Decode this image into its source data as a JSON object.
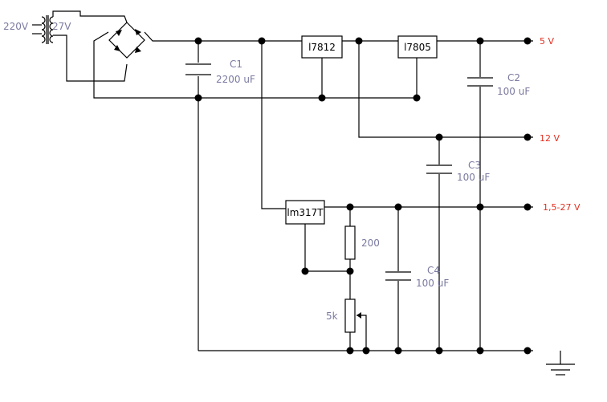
{
  "transformer": {
    "primary": "220V",
    "secondary": "27V"
  },
  "capacitors": [
    {
      "ref": "C1",
      "value": "2200 uF"
    },
    {
      "ref": "C2",
      "value": "100 uF"
    },
    {
      "ref": "C3",
      "value": "100 uF"
    },
    {
      "ref": "C4",
      "value": "100 uF"
    }
  ],
  "regulators": [
    "l7812",
    "l7805",
    "lm317T"
  ],
  "resistors": {
    "fixed": "200",
    "pot": "5k"
  },
  "outputs": [
    "5 V",
    "12 V",
    "1,5-27 V"
  ],
  "colors": {
    "label": "#7a7aa0",
    "output_label": "#e03020",
    "wire": "#000000"
  }
}
